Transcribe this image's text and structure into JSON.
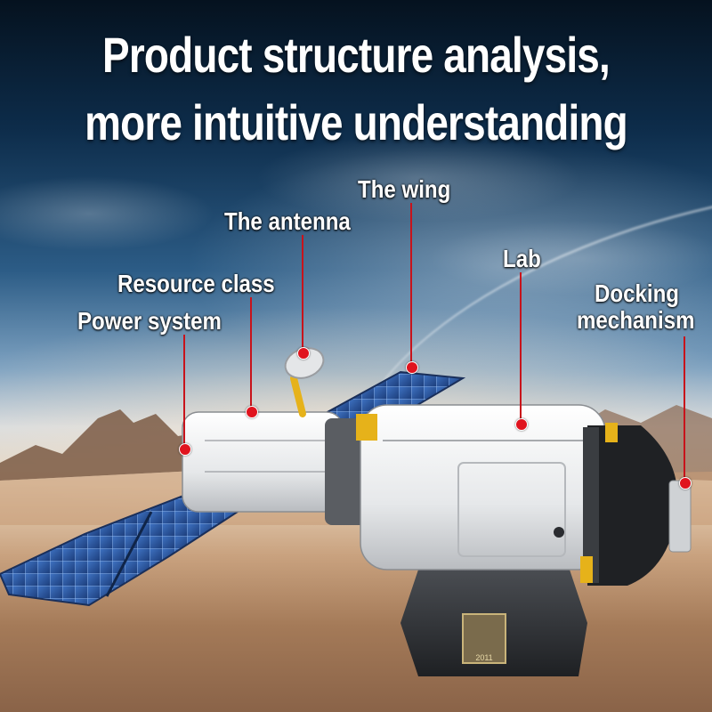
{
  "headline": {
    "line1": "Product structure analysis,",
    "line2": "more intuitive understanding"
  },
  "callouts": [
    {
      "id": "wing",
      "text": "The wing"
    },
    {
      "id": "antenna",
      "text": "The antenna"
    },
    {
      "id": "lab",
      "text": "Lab"
    },
    {
      "id": "resource",
      "text": "Resource class"
    },
    {
      "id": "docking",
      "line1": "Docking",
      "line2": "mechanism"
    },
    {
      "id": "power",
      "text": "Power system"
    }
  ],
  "plaque": {
    "year": "2011"
  },
  "colors": {
    "accent_dot": "#e0141e",
    "leader_line": "#c8131b",
    "text": "#ffffff"
  }
}
